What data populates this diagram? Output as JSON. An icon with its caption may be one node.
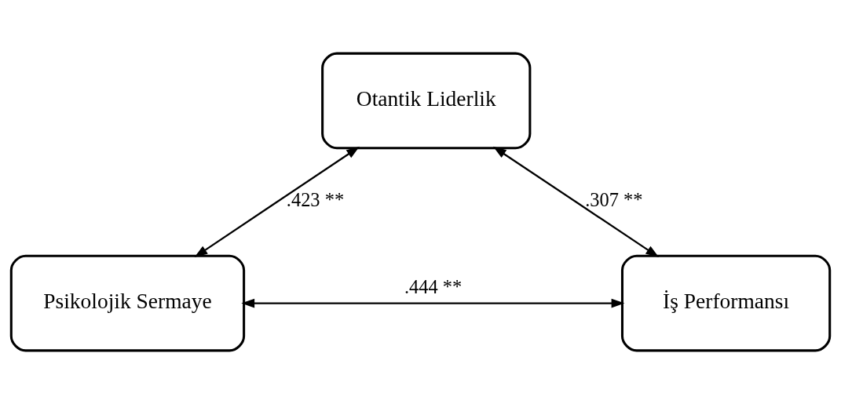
{
  "diagram": {
    "nodes": [
      {
        "text": [
          "Otantik Liderlik"
        ]
      },
      {
        "text": [
          "Psikolojik Sermaye"
        ]
      },
      {
        "text": [
          "İş Performansı"
        ]
      }
    ],
    "edges": [
      {
        "from": 1,
        "to": 0,
        "arrow": "both",
        "label": ".423 **"
      },
      {
        "from": 0,
        "to": 2,
        "arrow": "both",
        "label": ".307 **"
      },
      {
        "from": 1,
        "to": 2,
        "arrow": "both",
        "label": ".444 **"
      }
    ]
  }
}
